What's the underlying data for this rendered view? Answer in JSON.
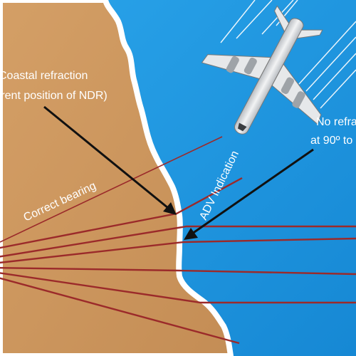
{
  "labels": {
    "coastal_refraction_line1": "Coastal refraction",
    "coastal_refraction_line2": "rrent position of NDR)",
    "no_refraction_line1": "No refra",
    "no_refraction_line2": "at 90º to",
    "correct_bearing": "Correct bearing",
    "adv_indication": "ADV Indication"
  },
  "colors": {
    "land": "#cf9a61",
    "sea": "#1f9be4",
    "coast": "#ffffff",
    "radial_lines": "#9b2a2a",
    "arrows": "#111111",
    "aircraft": "#e4e6e8"
  },
  "icons": {
    "aircraft": "airplane-icon"
  }
}
